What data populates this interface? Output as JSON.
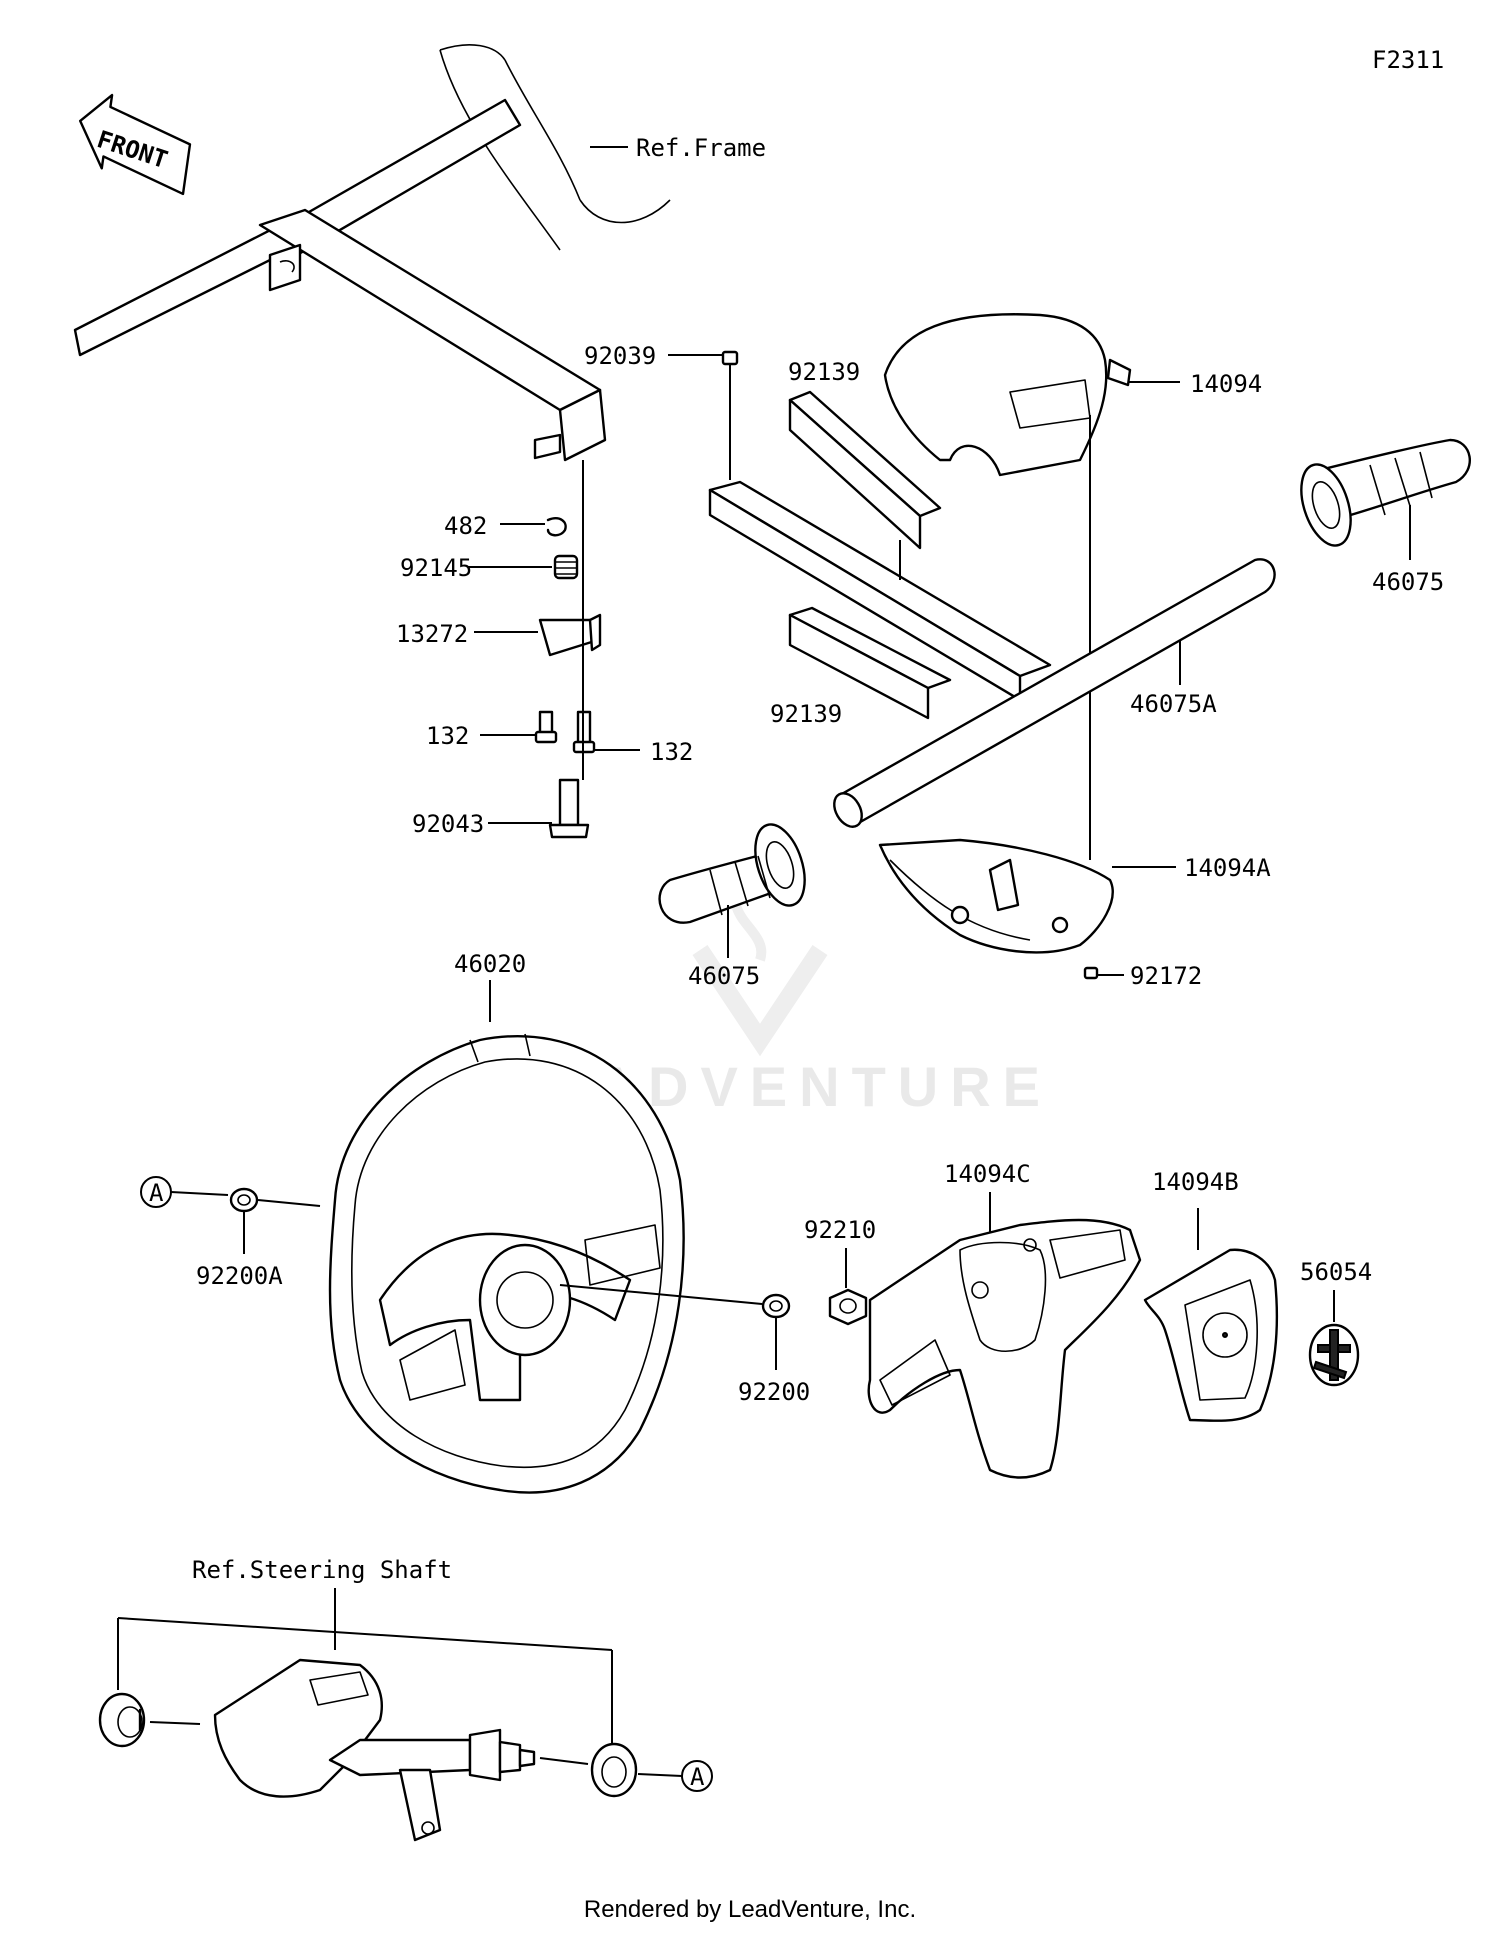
{
  "diagram_id": "F2311",
  "watermark": "LEADVENTURE",
  "footer": "Rendered by LeadVenture, Inc.",
  "front_arrow": "FRONT",
  "refs": {
    "frame": "Ref.Frame",
    "steering_shaft": "Ref.Steering Shaft"
  },
  "callout_a": "A",
  "parts": {
    "p92039": "92039",
    "p92139_top": "92139",
    "p92139_bottom": "92139",
    "p14094": "14094",
    "p46075_right": "46075",
    "p46075_left": "46075",
    "p46075A": "46075A",
    "p14094A": "14094A",
    "p92172": "92172",
    "p482": "482",
    "p92145": "92145",
    "p13272": "13272",
    "p132_left": "132",
    "p132_right": "132",
    "p92043": "92043",
    "p46020": "46020",
    "p92200A": "92200A",
    "p92200": "92200",
    "p92210": "92210",
    "p14094C": "14094C",
    "p14094B": "14094B",
    "p56054": "56054"
  }
}
